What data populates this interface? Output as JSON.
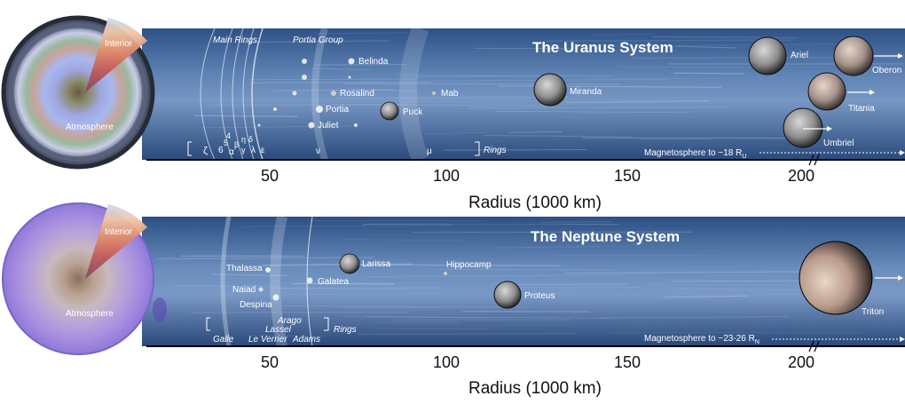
{
  "uranus": {
    "title": "The Uranus System",
    "planet_labels": {
      "interior": "Interior",
      "atmosphere": "Atmosphere"
    },
    "group_labels": {
      "main_rings": "Main Rings",
      "portia_group": "Portia Group",
      "rings": "Rings"
    },
    "ring_letters": {
      "zeta": "ζ",
      "six": "6",
      "four": "4",
      "five": "5",
      "alpha": "α",
      "beta": "β",
      "eta": "η",
      "gamma": "γ",
      "delta": "δ",
      "lambda": "λ",
      "epsilon": "ε",
      "nu": "ν",
      "mu": "μ"
    },
    "moons": {
      "belinda": "Belinda",
      "rosalind": "Rosalind",
      "portia": "Portia",
      "juliet": "Juliet",
      "puck": "Puck",
      "mab": "Mab",
      "miranda": "Miranda",
      "ariel": "Ariel",
      "oberon": "Oberon",
      "titania": "Titania",
      "umbriel": "Umbriel"
    },
    "magnetosphere": {
      "text": "Magnetosphere to ~18 R",
      "sub": "U"
    },
    "axis": {
      "ticks": [
        "50",
        "100",
        "150",
        "200"
      ],
      "tick_values": [
        50,
        100,
        150,
        200
      ],
      "label": "Radius (1000 km)"
    }
  },
  "neptune": {
    "title": "The Neptune System",
    "planet_labels": {
      "interior": "Interior",
      "atmosphere": "Atmosphere"
    },
    "rings": {
      "galle": "Galle",
      "lassel": "Lassel",
      "le_verrier": "Le Verrier",
      "arago": "Arago",
      "adams": "Adams",
      "label": "Rings"
    },
    "moons": {
      "thalassa": "Thalassa",
      "naiad": "Naiad",
      "despina": "Despina",
      "galatea": "Galatea",
      "larissa": "Larissa",
      "hippocamp": "Hippocamp",
      "proteus": "Proteus",
      "triton": "Triton"
    },
    "magnetosphere": {
      "text": "Magnetosphere to ~23-26 R",
      "sub": "N"
    },
    "axis": {
      "ticks": [
        "50",
        "100",
        "150",
        "200"
      ],
      "tick_values": [
        50,
        100,
        150,
        200
      ],
      "label": "Radius (1000 km)"
    }
  },
  "colors": {
    "band_dark": "#1f3c6b",
    "band_mid": "#4a6fa2",
    "band_light": "#8aaad0"
  }
}
